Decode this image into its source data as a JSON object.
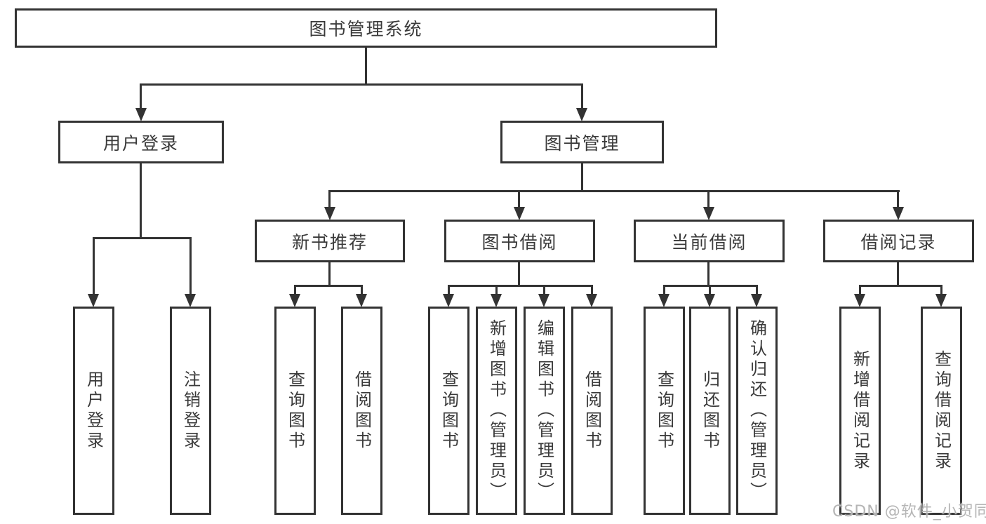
{
  "diagram": {
    "title": "图书管理系统",
    "level2": [
      "用户登录",
      "图书管理"
    ],
    "level3": [
      "新书推荐",
      "图书借阅",
      "当前借阅",
      "借阅记录"
    ],
    "leaves": {
      "user_login": [
        "用户登录",
        "注销登录"
      ],
      "new_book_recommend": [
        "查询图书",
        "借阅图书"
      ],
      "book_borrow": [
        "查询图书",
        "新增图书（管理员）",
        "编辑图书（管理员）",
        "借阅图书"
      ],
      "current_borrow": [
        "查询图书",
        "归还图书",
        "确认归还（管理员）"
      ],
      "borrow_record": [
        "新增借阅记录",
        "查询借阅记录"
      ]
    },
    "watermark": "CSDN @软件_小贺同学",
    "colors": {
      "line": "#333333",
      "text": "#3a3a3a",
      "background": "#ffffff",
      "watermark": "#b5b5b5"
    }
  }
}
